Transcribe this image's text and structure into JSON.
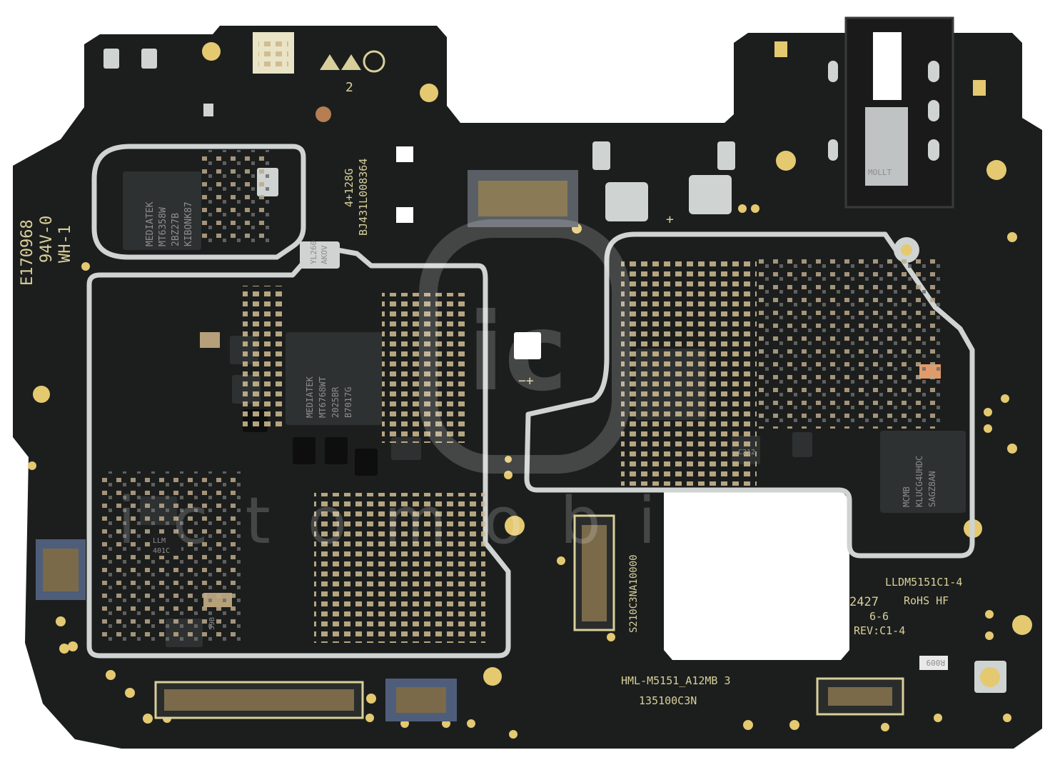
{
  "colors": {
    "background": "#ffffff",
    "pcb": "#1c1e1d",
    "pad_gold": "#e4c971",
    "shield_silver": "#cfd3d2",
    "chip": "#2e3131",
    "silk": "#d8cf9a"
  },
  "board": {
    "silkscreen": {
      "board_id": "E170968",
      "ul_rating": "94V-0",
      "wh": "WH-1",
      "memory": "4+128G",
      "serial": "BJ431L008364",
      "layer": "2",
      "model": "HML-M5151_A12MB 3",
      "part_number": "135100C3N",
      "lldm": "LLDM5151C1-4",
      "date_code": "2427",
      "rohs": "RoHS HF",
      "rev_num": "6-6",
      "revision": "REV:C1-4",
      "connector_code": "S210C3NA10000",
      "cap_label": "R009",
      "plus": "+",
      "minus": "−",
      "polarity": "−+"
    },
    "chips": {
      "pmic": [
        "MEDIATEK",
        "MT6358W",
        "2BZ27B",
        "KIBONK87"
      ],
      "soc": [
        "MEDIATEK",
        "MT6768WT",
        "2025BR",
        "B7017G"
      ],
      "emmc": [
        "MCMB",
        "KLUCG4UHDC",
        "SAGZ8AN"
      ],
      "osc": [
        "AKOV",
        "YL260"
      ],
      "inductor": [
        "LLM",
        "401C"
      ],
      "rf_small": [
        "C212"
      ],
      "small_code": [
        "59B"
      ]
    },
    "watermark": {
      "logo_letter": "ic",
      "text": "ictomobile"
    }
  }
}
